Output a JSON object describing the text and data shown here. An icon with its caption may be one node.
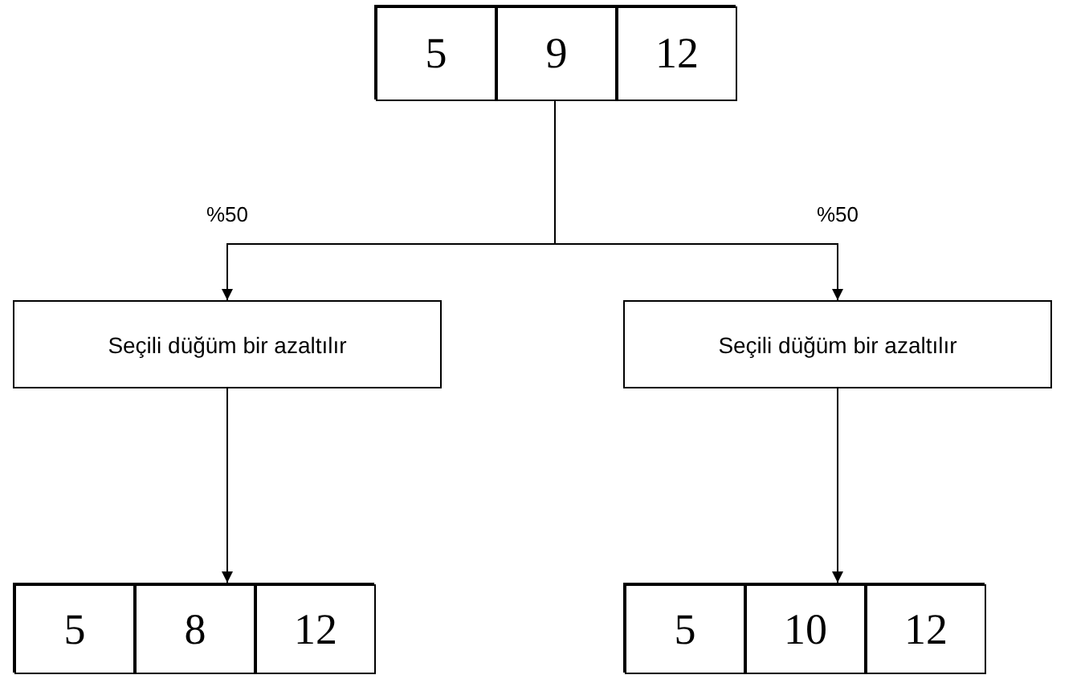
{
  "diagram": {
    "nodes": [
      {
        "text": [],
        "shape": "box"
      },
      {
        "text": [
          "5"
        ],
        "in": 0
      },
      {
        "text": [
          "9"
        ],
        "in": 0
      },
      {
        "text": [
          "12"
        ],
        "in": 0
      },
      {
        "text": [
          "Seçili düğüm bir azaltılır"
        ]
      },
      {
        "text": [
          "Seçili düğüm bir azaltılır"
        ]
      },
      {
        "text": [],
        "shape": "box"
      },
      {
        "text": [
          "5"
        ],
        "in": 6
      },
      {
        "text": [
          "8"
        ],
        "in": 6
      },
      {
        "text": [
          "12"
        ],
        "in": 6
      },
      {
        "text": [],
        "shape": "box"
      },
      {
        "text": [
          "5"
        ],
        "in": 10
      },
      {
        "text": [
          "10"
        ],
        "in": 10
      },
      {
        "text": [
          "12"
        ],
        "in": 10
      }
    ],
    "edges": [
      {
        "from": 0,
        "to": 4,
        "arrow": "to",
        "label": "%50"
      },
      {
        "from": 0,
        "to": 5,
        "arrow": "to",
        "label": "%50"
      },
      {
        "from": 4,
        "to": 6,
        "arrow": "to"
      },
      {
        "from": 5,
        "to": 10,
        "arrow": "to"
      }
    ]
  }
}
